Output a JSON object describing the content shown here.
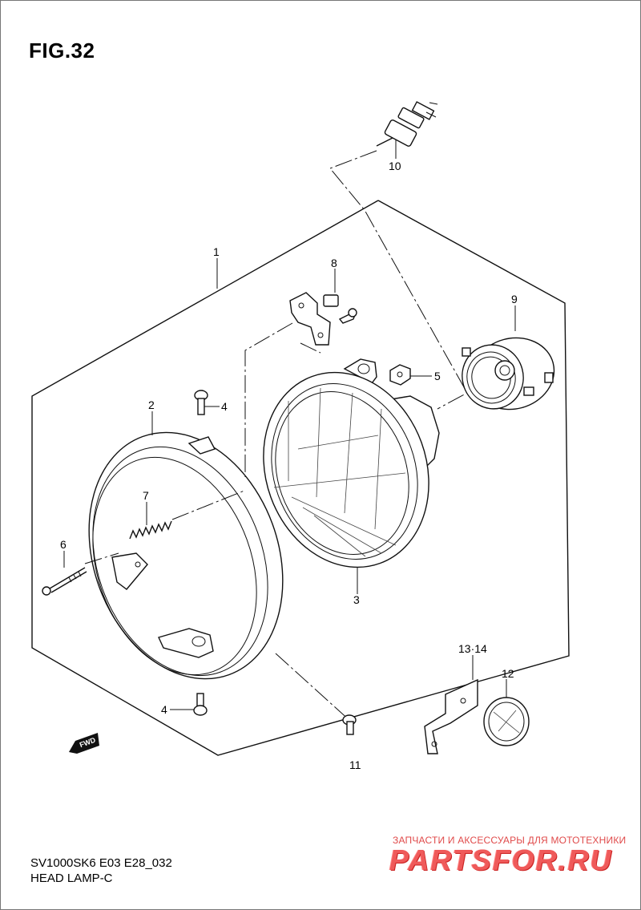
{
  "figure": {
    "title": "FIG.32",
    "model_code": "SV1000SK6 E03 E28_032",
    "subtitle": "HEAD LAMP-C"
  },
  "parts": [
    {
      "id": "label-1",
      "text": "1"
    },
    {
      "id": "label-2",
      "text": "2"
    },
    {
      "id": "label-3",
      "text": "3"
    },
    {
      "id": "label-4a",
      "text": "4"
    },
    {
      "id": "label-4b",
      "text": "4"
    },
    {
      "id": "label-5",
      "text": "5"
    },
    {
      "id": "label-6",
      "text": "6"
    },
    {
      "id": "label-7",
      "text": "7"
    },
    {
      "id": "label-8",
      "text": "8"
    },
    {
      "id": "label-9",
      "text": "9"
    },
    {
      "id": "label-10",
      "text": "10"
    },
    {
      "id": "label-11",
      "text": "11"
    },
    {
      "id": "label-12",
      "text": "12"
    },
    {
      "id": "label-13-14",
      "text": "13·14"
    }
  ],
  "direction_marker": {
    "text": "FWD"
  },
  "watermark": {
    "tagline": "ЗАПЧАСТИ И АКСЕССУАРЫ ДЛЯ МОТОТЕХНИКИ",
    "brand": "PARTSFOR.RU",
    "color": "#ef5a5a"
  }
}
